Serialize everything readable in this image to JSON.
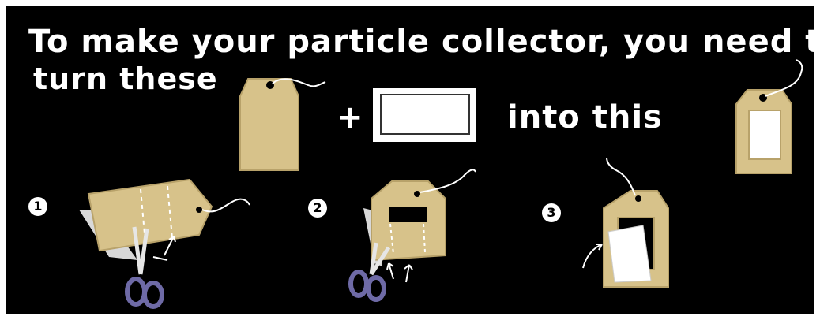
{
  "instructions": {
    "line1": "To make your particle collector, you need to",
    "line2": "turn these",
    "plus": "+",
    "into": "into this"
  },
  "steps": [
    "1",
    "2",
    "3"
  ],
  "colors": {
    "background": "#000000",
    "tag": "#d7c28a",
    "tag_outline": "#b8a26a",
    "card": "#ffffff",
    "scissors_handle": "#6e6aa6",
    "text": "#ffffff"
  }
}
